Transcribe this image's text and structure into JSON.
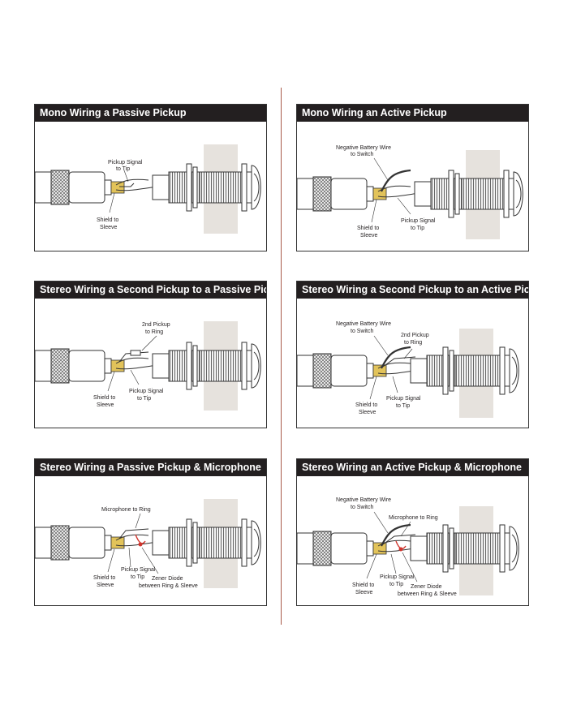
{
  "colors": {
    "title_bar": "#231f20",
    "divider": "#a85a48",
    "panel_wall": "#e6e2dd",
    "zener_red": "#d0342c",
    "wire_yellow": "#e2c35a"
  },
  "panels": [
    {
      "title": "Mono Wiring a Passive Pickup",
      "labels": {
        "a1": "Pickup Signal",
        "a2": "to Tip",
        "b1": "Shield to",
        "b2": "Sleeve"
      }
    },
    {
      "title": "Mono Wiring an Active Pickup",
      "labels": {
        "a1": "Negative Battery Wire",
        "a2": "to Switch",
        "b1": "Shield to",
        "b2": "Sleeve",
        "c1": "Pickup Signal",
        "c2": "to Tip"
      }
    },
    {
      "title": "Stereo Wiring a Second Pickup to a Passive Pickup",
      "labels": {
        "a1": "2nd Pickup",
        "a2": "to Ring",
        "b1": "Shield to",
        "b2": "Sleeve",
        "c1": "Pickup Signal",
        "c2": "to Tip"
      }
    },
    {
      "title": "Stereo Wiring a Second Pickup to an Active Pickup",
      "labels": {
        "a1": "Negative Battery Wire",
        "a2": "to Switch",
        "b1": "2nd Pickup",
        "b2": "to Ring",
        "c1": "Shield to",
        "c2": "Sleeve",
        "d1": "Pickup Signal",
        "d2": "to Tip"
      }
    },
    {
      "title": "Stereo Wiring a Passive Pickup & Microphone",
      "labels": {
        "a1": "Microphone to Ring",
        "b1": "Shield to",
        "b2": "Sleeve",
        "c1": "Pickup Signal",
        "c2": "to Tip",
        "d1": "Zener Diode",
        "d2": "between Ring & Sleeve"
      }
    },
    {
      "title": "Stereo Wiring an Active Pickup & Microphone",
      "labels": {
        "a1": "Negative Battery Wire",
        "a2": "to Switch",
        "b1": "Microphone to Ring",
        "c1": "Shield to",
        "c2": "Sleeve",
        "d1": "Pickup Signal",
        "d2": "to Tip",
        "e1": "Zener Diode",
        "e2": "between Ring & Sleeve"
      }
    }
  ]
}
